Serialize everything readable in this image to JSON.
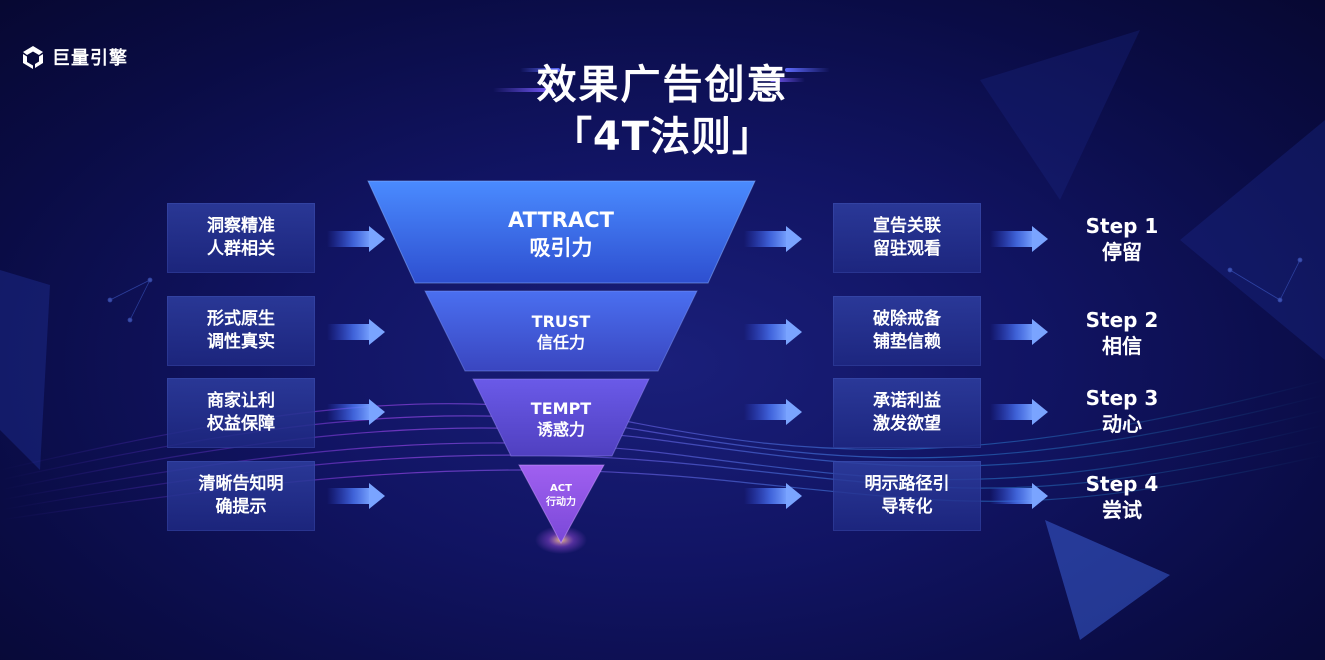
{
  "logo": {
    "text": "巨量引擎"
  },
  "title": {
    "line1": "效果广告创意",
    "line2": "「4T法则」"
  },
  "left_boxes": [
    {
      "line1": "洞察精准",
      "line2": "人群相关"
    },
    {
      "line1": "形式原生",
      "line2": "调性真实"
    },
    {
      "line1": "商家让利",
      "line2": "权益保障"
    },
    {
      "line1": "清晰告知明",
      "line2": "确提示"
    }
  ],
  "funnel": [
    {
      "en": "ATTRACT",
      "cn": "吸引力"
    },
    {
      "en": "TRUST",
      "cn": "信任力"
    },
    {
      "en": "TEMPT",
      "cn": "诱惑力"
    },
    {
      "en": "ACT",
      "cn": "行动力"
    }
  ],
  "right_boxes": [
    {
      "line1": "宣告关联",
      "line2": "留驻观看"
    },
    {
      "line1": "破除戒备",
      "line2": "铺垫信赖"
    },
    {
      "line1": "承诺利益",
      "line2": "激发欲望"
    },
    {
      "line1": "明示路径引",
      "line2": "导转化"
    }
  ],
  "steps": [
    {
      "label": "Step 1",
      "name": "停留"
    },
    {
      "label": "Step 2",
      "name": "相信"
    },
    {
      "label": "Step 3",
      "name": "动心"
    },
    {
      "label": "Step 4",
      "name": "尝试"
    }
  ],
  "colors": {
    "background": "#0d1055",
    "box": "#2a3a9a",
    "arrow": "#5a8cff",
    "funnel_top": "#3f7dff",
    "funnel_bottom": "#9b5cf0"
  },
  "icons": {
    "logo": "juliang-logo-icon",
    "arrow": "right-arrow-icon"
  }
}
